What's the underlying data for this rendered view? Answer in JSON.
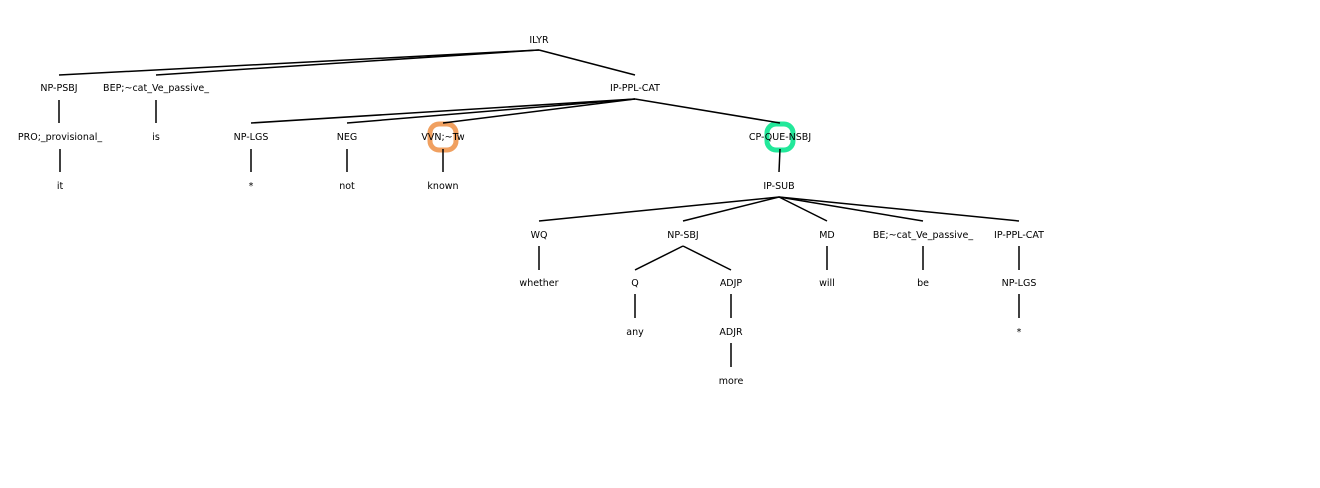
{
  "tree": {
    "nodes": {
      "ilyr": "ILYR",
      "np_psbj": "NP-PSBJ",
      "bep": "BEP;~cat_Ve_passive_",
      "ip_ppl_cat_top": "IP-PPL-CAT",
      "pro": "PRO;_provisional_",
      "is": "is",
      "it": "it",
      "np_lgs_top": "NP-LGS",
      "neg": "NEG",
      "vvn": "VVN;~Tw",
      "cp_que_nsbj": "CP-QUE-NSBJ",
      "star_top": "*",
      "not": "not",
      "known": "known",
      "ip_sub": "IP-SUB",
      "wq": "WQ",
      "np_sbj": "NP-SBJ",
      "md": "MD",
      "be_tag": "BE;~cat_Ve_passive_",
      "ip_ppl_cat_low": "IP-PPL-CAT",
      "whether": "whether",
      "q": "Q",
      "adjp": "ADJP",
      "will": "will",
      "be": "be",
      "np_lgs_low": "NP-LGS",
      "any": "any",
      "adjr": "ADJR",
      "star_low": "*",
      "more": "more"
    },
    "highlights": {
      "vvn_color": "#f0a060",
      "cp_color": "#22e89a"
    }
  }
}
